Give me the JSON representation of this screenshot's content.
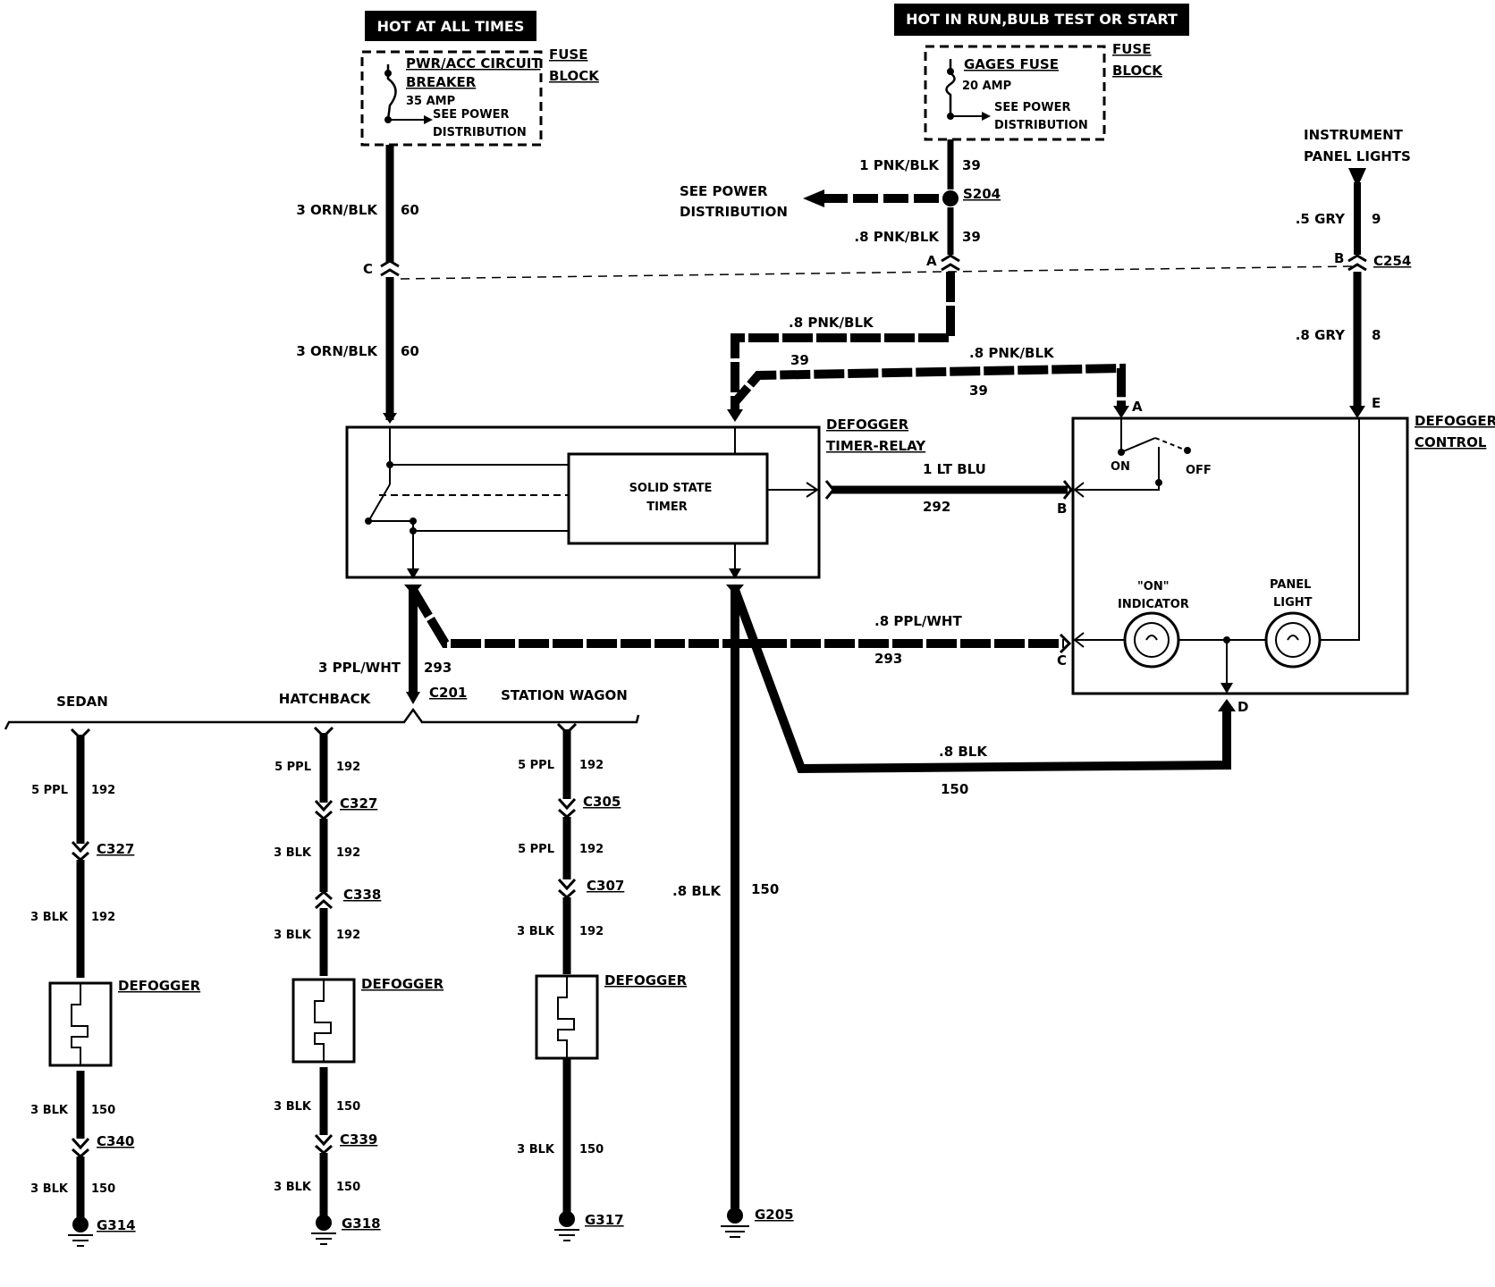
{
  "power": {
    "hot_all_times": "HOT AT ALL TIMES",
    "hot_run": "HOT IN RUN,BULB TEST OR START"
  },
  "fuse_left": {
    "name1": "PWR/ACC CIRCUIT",
    "name2": "BREAKER",
    "amp": "35 AMP",
    "see1": "SEE POWER",
    "see2": "DISTRIBUTION",
    "block1": "FUSE",
    "block2": "BLOCK"
  },
  "fuse_right": {
    "name": "GAGES FUSE",
    "amp": "20 AMP",
    "see1": "SEE POWER",
    "see2": "DISTRIBUTION",
    "block1": "FUSE",
    "block2": "BLOCK"
  },
  "wires": {
    "orn_top": "3 ORN/BLK",
    "orn_top_num": "60",
    "orn_bot": "3 ORN/BLK",
    "orn_bot_num": "60",
    "pnk1": "1 PNK/BLK",
    "pnk1_num": "39",
    "splice": "S204",
    "see_dist1": "SEE POWER",
    "see_dist2": "DISTRIBUTION",
    "pnk2": ".8 PNK/BLK",
    "pnk2_num": "39",
    "pnk3": ".8 PNK/BLK",
    "pnk3_num": "39",
    "pnk4": ".8 PNK/BLK",
    "pnk4_num": "39",
    "gry1": ".5 GRY",
    "gry1_num": "9",
    "gry2": ".8 GRY",
    "gry2_num": "8",
    "blu": "1 LT BLU",
    "blu_num": "292",
    "ppl_right": ".8 PPL/WHT",
    "ppl_right_num": "293",
    "ppl_down": "3 PPL/WHT",
    "ppl_down_num": "293",
    "blk_right": ".8 BLK",
    "blk_right_num": "150",
    "blk_ground": ".8 BLK",
    "blk_ground_num": "150"
  },
  "connectors": {
    "c": "C",
    "a": "A",
    "b": "B",
    "c254": "C254",
    "relay_a": "A",
    "relay_e": "E",
    "ctrl_b": "B",
    "ctrl_c": "C",
    "ctrl_d": "D",
    "c201": "C201",
    "g205": "G205"
  },
  "instrument": {
    "line1": "INSTRUMENT",
    "line2": "PANEL LIGHTS"
  },
  "timer_relay": {
    "line1": "DEFOGGER",
    "line2": "TIMER-RELAY",
    "timer1": "SOLID STATE",
    "timer2": "TIMER"
  },
  "control": {
    "line1": "DEFOGGER",
    "line2": "CONTROL",
    "on": "ON",
    "off": "OFF",
    "ind1": "\"ON\"",
    "ind2": "INDICATOR",
    "panel1": "PANEL",
    "panel2": "LIGHT"
  },
  "variants": {
    "sedan": {
      "title": "SEDAN",
      "w1": "5 PPL",
      "w1n": "192",
      "conn1": "C327",
      "w2": "3 BLK",
      "w2n": "192",
      "def": "DEFOGGER",
      "w3": "3 BLK",
      "w3n": "150",
      "conn2": "C340",
      "w4": "3 BLK",
      "w4n": "150",
      "ground": "G314"
    },
    "hatchback": {
      "title": "HATCHBACK",
      "w1": "5 PPL",
      "w1n": "192",
      "conn1": "C327",
      "w2": "3 BLK",
      "w2n": "192",
      "conn2": "C338",
      "w3": "3 BLK",
      "w3n": "192",
      "def": "DEFOGGER",
      "w4": "3 BLK",
      "w4n": "150",
      "conn3": "C339",
      "w5": "3 BLK",
      "w5n": "150",
      "ground": "G318"
    },
    "wagon": {
      "title": "STATION WAGON",
      "w1": "5 PPL",
      "w1n": "192",
      "conn1": "C305",
      "w2": "5 PPL",
      "w2n": "192",
      "conn2": "C307",
      "w3": "3 BLK",
      "w3n": "192",
      "def": "DEFOGGER",
      "w4": "3 BLK",
      "w4n": "150",
      "ground": "G317"
    }
  }
}
